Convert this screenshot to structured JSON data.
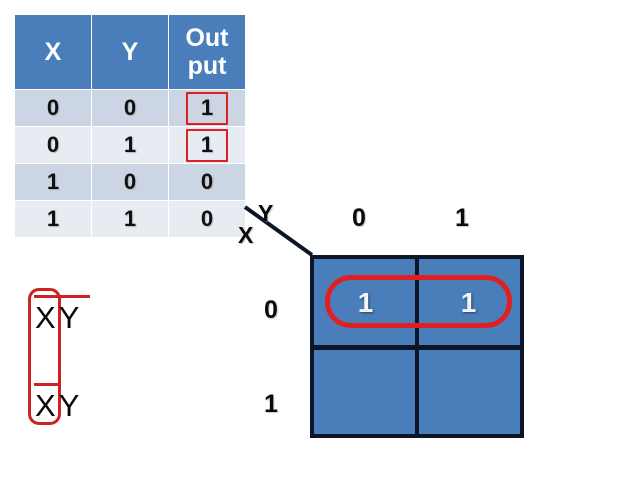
{
  "truth_table": {
    "headers": [
      "X",
      "Y",
      "Output"
    ],
    "header_output_line1": "Out",
    "header_output_line2": "put",
    "rows": [
      {
        "x": "0",
        "y": "0",
        "out": "1",
        "highlight": true
      },
      {
        "x": "0",
        "y": "1",
        "out": "1",
        "highlight": true
      },
      {
        "x": "1",
        "y": "0",
        "out": "0",
        "highlight": false
      },
      {
        "x": "1",
        "y": "1",
        "out": "0",
        "highlight": false
      }
    ]
  },
  "expressions": [
    {
      "term1": "X",
      "term1_bar": true,
      "term2": "Y",
      "term2_bar": true
    },
    {
      "term1": "X",
      "term1_bar": true,
      "term2": "Y",
      "term2_bar": false
    }
  ],
  "kmap": {
    "row_variable": "X",
    "col_variable": "Y",
    "col_headers": [
      "0",
      "1"
    ],
    "row_headers": [
      "0",
      "1"
    ],
    "cells": [
      {
        "row": "0",
        "col": "0",
        "value": "1"
      },
      {
        "row": "0",
        "col": "1",
        "value": "1"
      },
      {
        "row": "1",
        "col": "0",
        "value": ""
      },
      {
        "row": "1",
        "col": "1",
        "value": ""
      }
    ]
  },
  "colors": {
    "header_blue": "#4a7ebb",
    "cell_blue": "#4a7ebb",
    "row_dark": "#ccd5e4",
    "row_light": "#e7ecf3",
    "highlight_red": "#e02020",
    "group_red": "#cc2222",
    "grid_black": "#0d1626"
  }
}
